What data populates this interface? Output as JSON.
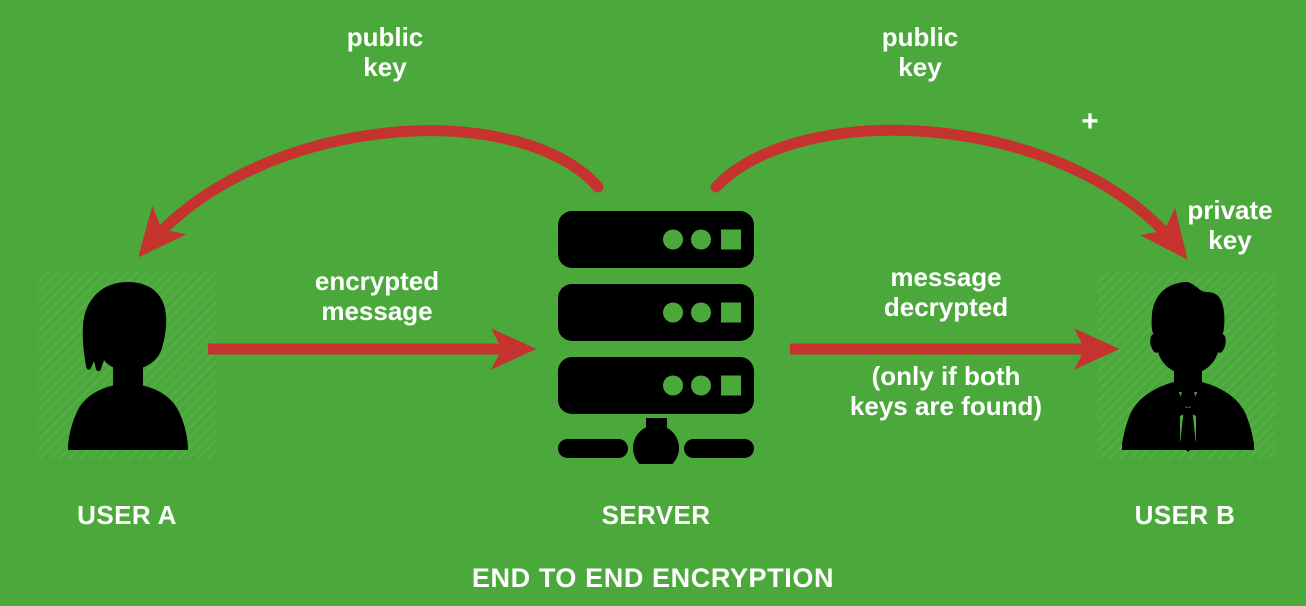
{
  "diagram": {
    "title": "END TO END ENCRYPTION",
    "background_color": "#4ba93c",
    "accent_color": "#c6322e",
    "text_color": "#ffffff",
    "icon_color": "#000000"
  },
  "nodes": [
    {
      "id": "user-a",
      "label": "USER A",
      "icon": "female-user-silhouette-icon"
    },
    {
      "id": "server",
      "label": "SERVER",
      "icon": "server-rack-icon"
    },
    {
      "id": "user-b",
      "label": "USER B",
      "icon": "male-user-silhouette-icon"
    }
  ],
  "annotations": {
    "public_key_left": "public\nkey",
    "public_key_right": "public\nkey",
    "plus_sign": "+",
    "private_key": "private\nkey",
    "encrypted_message": "encrypted\nmessage",
    "message_decrypted": "message\ndecrypted",
    "decrypt_condition": "(only if both\nkeys are found)"
  },
  "arrows": [
    {
      "id": "server-to-user-a-public-key",
      "kind": "curved",
      "from": "server",
      "to": "user-a",
      "label": "public key"
    },
    {
      "id": "server-to-user-b-public-key",
      "kind": "curved",
      "from": "server",
      "to": "user-b",
      "label": "public key"
    },
    {
      "id": "user-a-to-server-encrypted",
      "kind": "straight",
      "from": "user-a",
      "to": "server",
      "label": "encrypted message"
    },
    {
      "id": "server-to-user-b-decrypted",
      "kind": "straight",
      "from": "server",
      "to": "user-b",
      "label": "message decrypted"
    }
  ]
}
